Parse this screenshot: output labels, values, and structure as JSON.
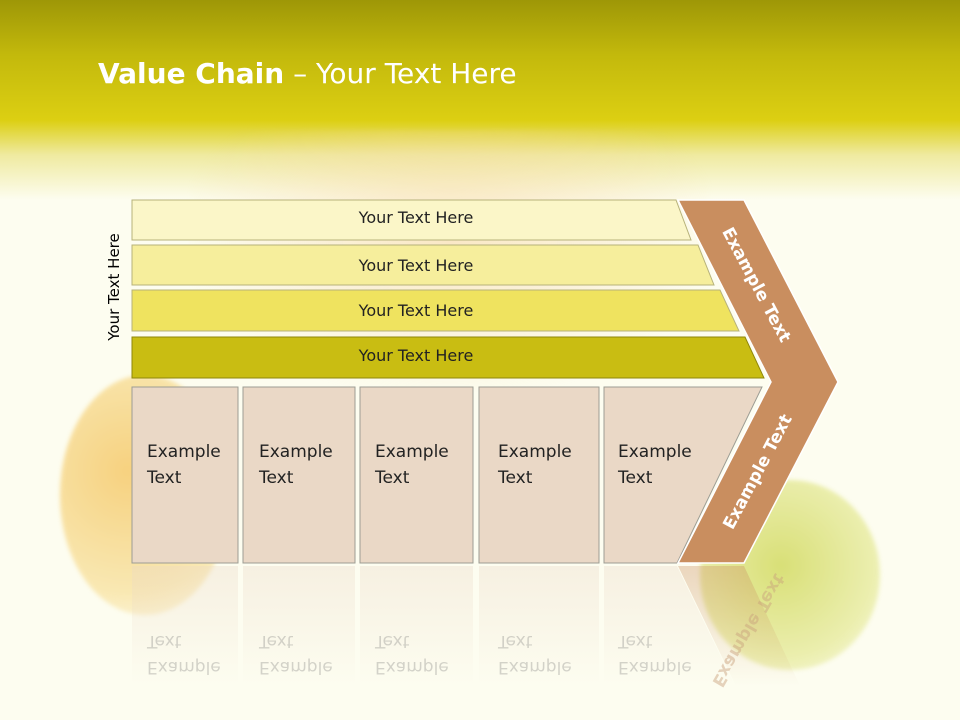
{
  "title": {
    "bold": "Value Chain",
    "rest": " – Your Text Here"
  },
  "side_label": "Your Text Here",
  "bands": [
    {
      "label": "Your Text Here",
      "color": "#fbf6c8"
    },
    {
      "label": "Your Text Here",
      "color": "#f6ee9c"
    },
    {
      "label": "Your Text Here",
      "color": "#efe35f"
    },
    {
      "label": "Your Text Here",
      "color": "#c9bd12"
    }
  ],
  "boxes": [
    {
      "line1": "Example",
      "line2": "Text"
    },
    {
      "line1": "Example",
      "line2": "Text"
    },
    {
      "line1": "Example",
      "line2": "Text"
    },
    {
      "line1": "Example",
      "line2": "Text"
    },
    {
      "line1": "Example",
      "line2": "Text"
    }
  ],
  "chevron": {
    "upper_label": "Example Text",
    "lower_label": "Example Text",
    "color": "#c98e5f"
  },
  "colors": {
    "header": "#c3b90c",
    "box_fill": "#ead8c6",
    "box_border": "#9d9d94"
  }
}
